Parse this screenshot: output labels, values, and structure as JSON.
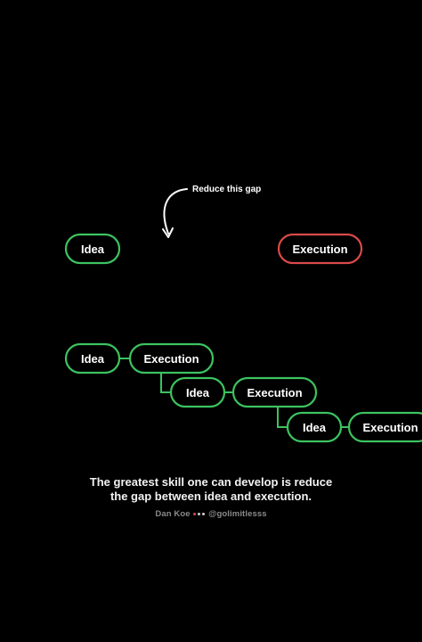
{
  "annotation": "Reduce this gap",
  "top_row": {
    "idea": "Idea",
    "execution": "Execution"
  },
  "steps": [
    {
      "idea": "Idea",
      "execution": "Execution"
    },
    {
      "idea": "Idea",
      "execution": "Execution"
    },
    {
      "idea": "Idea",
      "execution": "Execution"
    }
  ],
  "caption": {
    "line1": "The greatest skill one can develop is reduce",
    "line2": "the gap between idea and execution."
  },
  "credit": {
    "author": "Dan Koe",
    "handle": "@golimitlesss"
  },
  "colors": {
    "background": "#000000",
    "green": "#3cc35f",
    "red": "#d94a4a",
    "dot_red": "#e04848",
    "dot_white": "#cfcfcf"
  }
}
